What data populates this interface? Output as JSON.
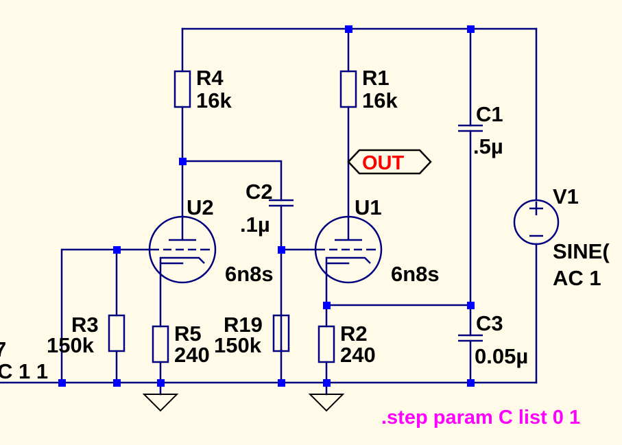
{
  "colors": {
    "background": "#fffbe8",
    "wire": "#000080",
    "junction": "#0000ff",
    "text": "#000000",
    "net_label": "#ff0000",
    "directive": "#ff00ff"
  },
  "resistors": {
    "r1": {
      "name": "R1",
      "value": "16k"
    },
    "r2": {
      "name": "R2",
      "value": "240"
    },
    "r3": {
      "name": "R3",
      "value": "150k"
    },
    "r4": {
      "name": "R4",
      "value": "16k"
    },
    "r5": {
      "name": "R5",
      "value": "240"
    },
    "r19": {
      "name": "R19",
      "value": "150k"
    }
  },
  "capacitors": {
    "c1": {
      "name": "C1",
      "value": ".5µ"
    },
    "c2": {
      "name": "C2",
      "value": ".1µ"
    },
    "c3": {
      "name": "C3",
      "value": "0.05µ"
    }
  },
  "tubes": {
    "u1": {
      "name": "U1",
      "model": "6n8s"
    },
    "u2": {
      "name": "U2",
      "model": "6n8s"
    }
  },
  "source_v1": {
    "name": "V1",
    "spec": "SINE(",
    "ac": "AC 1"
  },
  "left_source_fragment": {
    "line1": "7",
    "line2": "C 1 1"
  },
  "net_out": "OUT",
  "directive": ".step param C list 0 1"
}
